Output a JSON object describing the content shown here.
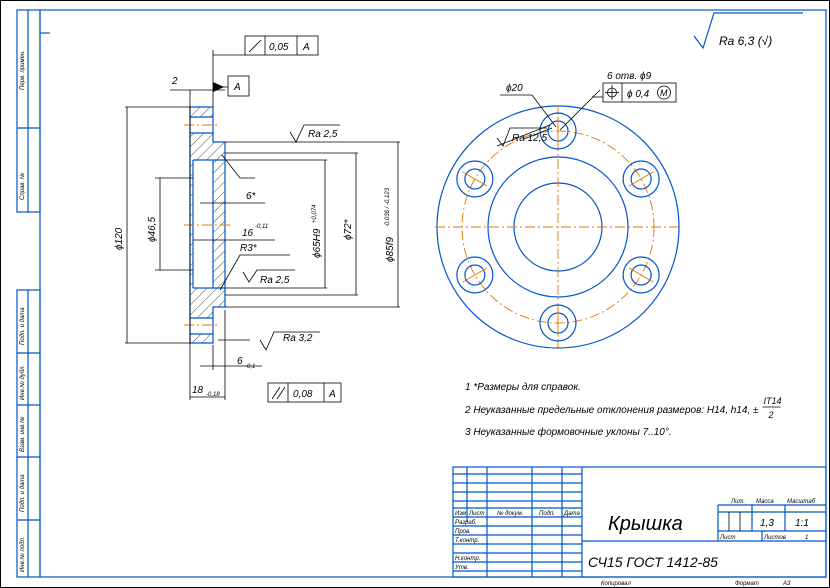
{
  "side_stamp": [
    "Перв. примен.",
    "Справ. №",
    "Подп. и дата",
    "Инв.№ дубл.",
    "Взам. инв.№",
    "Подп. и дата",
    "Инв.№ подл."
  ],
  "roughness_general": "Ra 6,3 (√)",
  "section": {
    "runout_tol": "0,05",
    "runout_datum": "A",
    "datum": "A",
    "dim_2": "2",
    "dim_d120": "ϕ120",
    "dim_d46": "ϕ46,5",
    "dim_6star": "6*",
    "dim_16": "16",
    "dim_16_tol": "-0,11",
    "dim_r3": "R3*",
    "dim_d65": "ϕ65H9",
    "dim_d65_tol": "+0,074",
    "dim_d72": "ϕ72*",
    "dim_d85": "ϕ85f9",
    "dim_d85_tol": "-0,036 / -0,123",
    "ra_top": "Ra 2,5",
    "ra_mid": "Ra 2,5",
    "ra_bottom": "Ra 3,2",
    "dim_6": "6",
    "dim_6_tol": "-0,1",
    "dim_18": "18",
    "dim_18_tol": "-0,18",
    "parallel_tol": "0,08",
    "parallel_datum": "A"
  },
  "plan": {
    "ra": "Ra 12,5",
    "d20": "ϕ20",
    "holes": "6 отв. ϕ9",
    "position_tol": "ϕ 0,4",
    "modifier": "M"
  },
  "notes": [
    "1 *Размеры для справок.",
    "2 Неуказанные предельные отклонения размеров: H14, h14, ±",
    "3 Неуказанные формовочные уклоны 7..10°."
  ],
  "note2_frac_num": "IT14",
  "note2_frac_den": "2",
  "title_block": {
    "headers": [
      "Изм",
      "Лист",
      "№ докум.",
      "Подп.",
      "Дата"
    ],
    "rows": [
      "Разраб.",
      "Пров.",
      "Т.контр.",
      "",
      "Н.контр.",
      "Утв."
    ],
    "name": "Крышка",
    "material": "СЧ15 ГОСТ 1412-85",
    "lit_label": "Лит.",
    "mass_label": "Масса",
    "scale_label": "Масштаб",
    "mass": "1,3",
    "scale": "1:1",
    "sheet_label": "Лист",
    "sheets_label": "Листов",
    "sheets": "1",
    "copied": "Копировал",
    "format_label": "Формат",
    "format": "A3"
  }
}
